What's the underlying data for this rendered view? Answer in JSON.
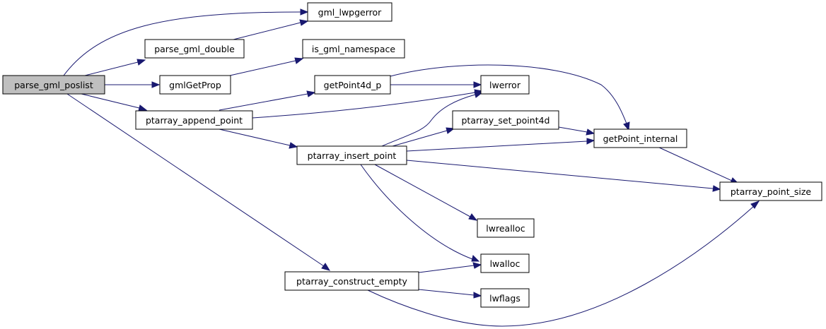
{
  "nodes": {
    "parse_gml_poslist": "parse_gml_poslist",
    "gml_lwpgerror": "gml_lwpgerror",
    "parse_gml_double": "parse_gml_double",
    "is_gml_namespace": "is_gml_namespace",
    "gmlGetProp": "gmlGetProp",
    "getPoint4d_p": "getPoint4d_p",
    "lwerror": "lwerror",
    "ptarray_append_point": "ptarray_append_point",
    "ptarray_set_point4d": "ptarray_set_point4d",
    "getPoint_internal": "getPoint_internal",
    "ptarray_insert_point": "ptarray_insert_point",
    "ptarray_point_size": "ptarray_point_size",
    "lwrealloc": "lwrealloc",
    "lwalloc": "lwalloc",
    "ptarray_construct_empty": "ptarray_construct_empty",
    "lwflags": "lwflags"
  },
  "selected_node": "parse_gml_poslist",
  "colors": {
    "edge": "#191970",
    "selected_fill": "#bfbfbf"
  }
}
